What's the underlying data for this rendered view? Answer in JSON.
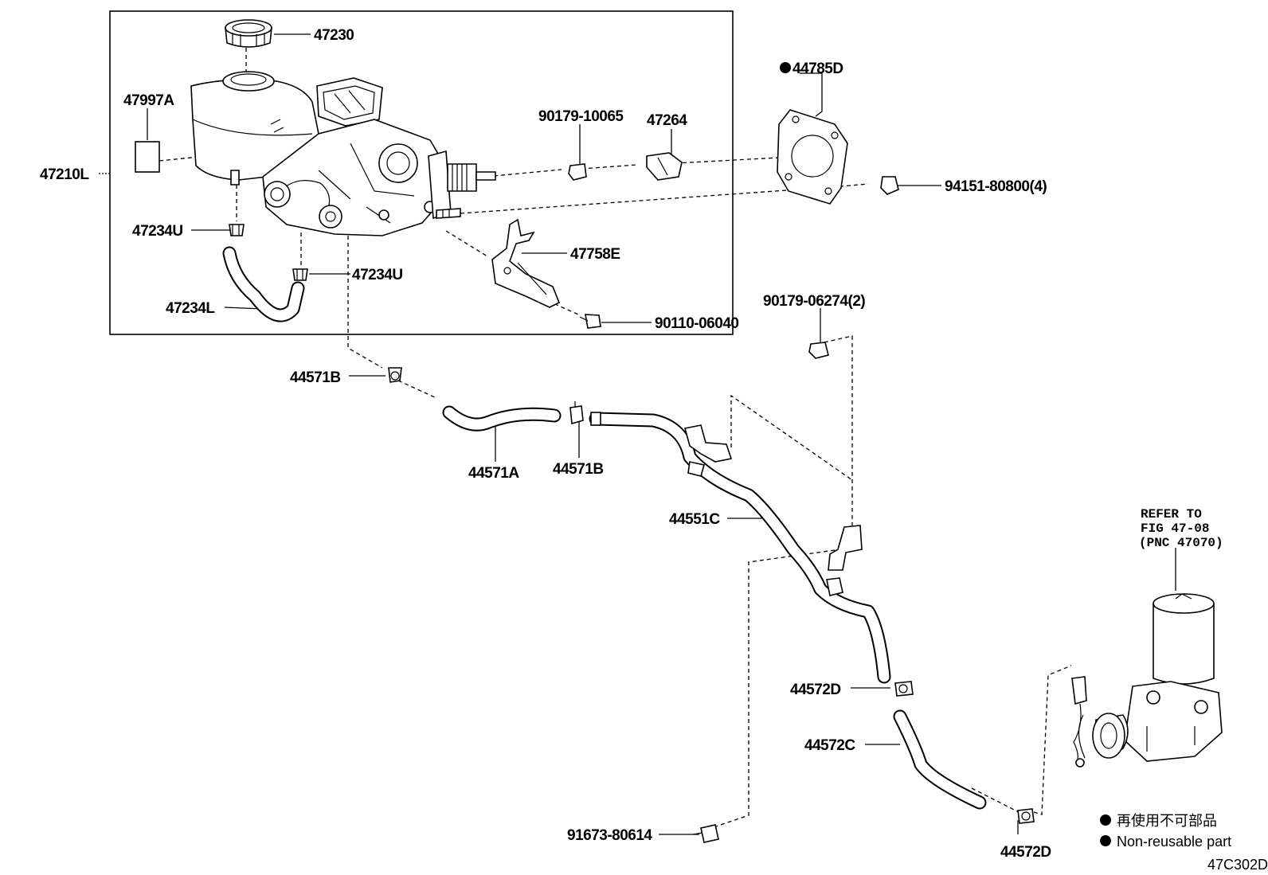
{
  "labels": {
    "p47230": "47230",
    "p47997A": "47997A",
    "p47210L": "47210L",
    "p47234U_a": "47234U",
    "p47234U_b": "47234U",
    "p47234L": "47234L",
    "p90179_10065": "90179-10065",
    "p47264": "47264",
    "p44785D": "44785D",
    "p94151_80800": "94151-80800(4)",
    "p47758E": "47758E",
    "p90110_06040": "90110-06040",
    "p90179_06274": "90179-06274(2)",
    "p44571B_a": "44571B",
    "p44571A": "44571A",
    "p44571B_b": "44571B",
    "p44551C": "44551C",
    "p44572D_a": "44572D",
    "p44572C": "44572C",
    "p44572D_b": "44572D",
    "p91673_80614": "91673-80614"
  },
  "refer": {
    "line1": "REFER TO",
    "line2": "FIG 47-08",
    "line3": "(PNC 47070)"
  },
  "legend": {
    "japanese": "再使用不可部品",
    "english": "Non-reusable part"
  },
  "figure_code": "47C302D"
}
